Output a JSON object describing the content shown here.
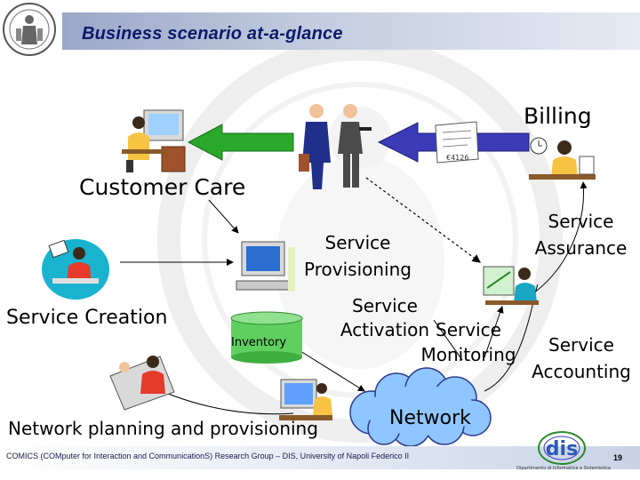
{
  "slide": {
    "title": "Business scenario at-a-glance",
    "page_number": "19"
  },
  "labels": {
    "billing": "Billing",
    "customer_care": "Customer Care",
    "service_provisioning_1": "Service",
    "service_provisioning_2": "Provisioning",
    "service_assurance_1": "Service",
    "service_assurance_2": "Assurance",
    "service_creation": "Service Creation",
    "inventory": "Inventory",
    "service_activation_1": "Service",
    "service_activation_2": "Activation",
    "service_monitoring_1": "Service",
    "service_monitoring_2": "Monitoring",
    "service_accounting_1": "Service",
    "service_accounting_2": "Accounting",
    "network_planning": "Network planning and provisioning",
    "network": "Network",
    "invoice_number": "€4126"
  },
  "footer": {
    "text": "COMICS (COMputer for Interaction and CommunicationS) Research Group – DIS, University of Napoli Federico II",
    "logo_text": "dis",
    "logo_caption": "Dipartimento di Informatica e Sistemistica"
  },
  "colors": {
    "title": "#0a1a6a",
    "green_arrow": "#2aa82a",
    "blue_arrow": "#3b3bb8",
    "inventory_cylinder": "#5fcf5f",
    "network_cloud": "#8fc6ff"
  }
}
